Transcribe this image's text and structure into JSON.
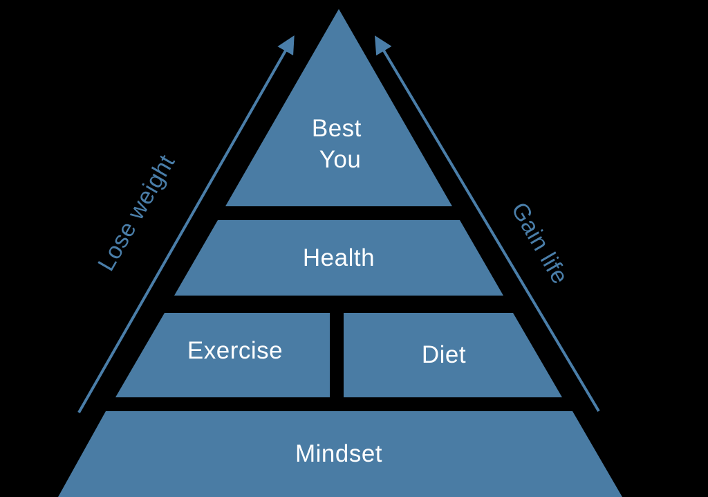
{
  "diagram": {
    "type": "pyramid",
    "levels": [
      {
        "id": "best-you",
        "label": "Best You",
        "lines": [
          "Best",
          "You"
        ],
        "row": 1
      },
      {
        "id": "health",
        "label": "Health",
        "row": 2
      },
      {
        "id": "exercise",
        "label": "Exercise",
        "row": 3,
        "position": "left"
      },
      {
        "id": "diet",
        "label": "Diet",
        "row": 3,
        "position": "right"
      },
      {
        "id": "mindset",
        "label": "Mindset",
        "row": 4
      }
    ],
    "side_arrows": [
      {
        "side": "left",
        "label": "Lose weight",
        "direction": "up"
      },
      {
        "side": "right",
        "label": "Gain life",
        "direction": "up"
      }
    ]
  },
  "colors": {
    "background": "#000000",
    "pyramid_fill": "#4A7CA4",
    "label_text": "#FFFFFF",
    "arrow": "#4A7EA9"
  }
}
